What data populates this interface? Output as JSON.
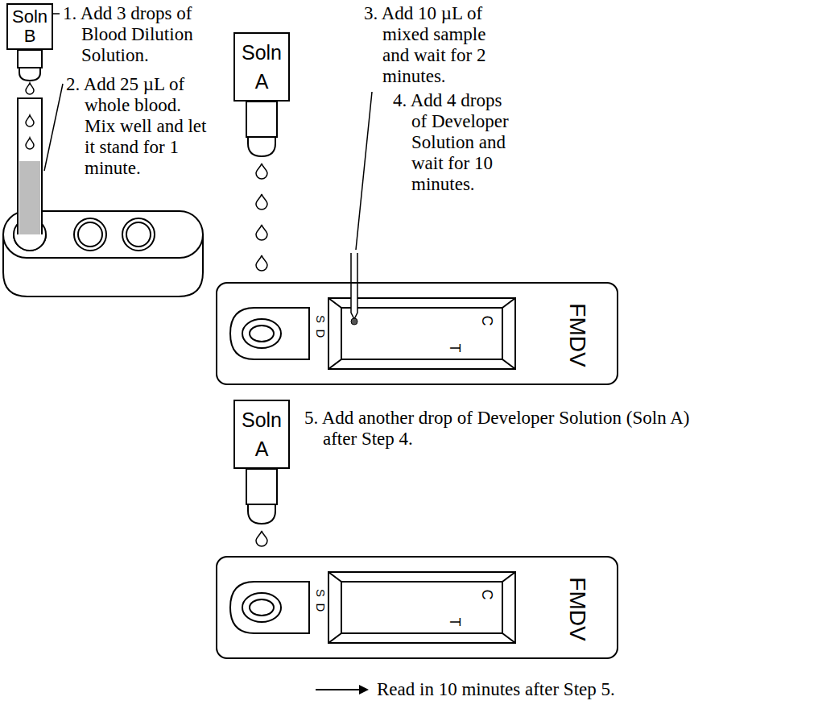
{
  "diagram": {
    "nodes": [
      {
        "text": [
          "Soln B"
        ]
      },
      {
        "text": [
          "Soln A"
        ]
      },
      {
        "text": [
          "S",
          "D",
          "C",
          "T",
          "FMDV"
        ]
      },
      {
        "text": [
          "Soln A"
        ]
      },
      {
        "text": [
          "S",
          "D",
          "C",
          "T",
          "FMDV"
        ]
      }
    ],
    "labels": [
      "1. Add 3 drops of Blood Dilution Solution.",
      "2. Add 25 µL of whole blood. Mix well and let it stand for 1 minute.",
      "3. Add 10 µL of mixed sample and wait for 2 minutes.",
      "4. Add 4 drops of Developer Solution and wait for 10 minutes.",
      "5. Add another drop of Developer Solution (Soln A) after Step 4.",
      "Read in 10 minutes after Step 5."
    ]
  }
}
